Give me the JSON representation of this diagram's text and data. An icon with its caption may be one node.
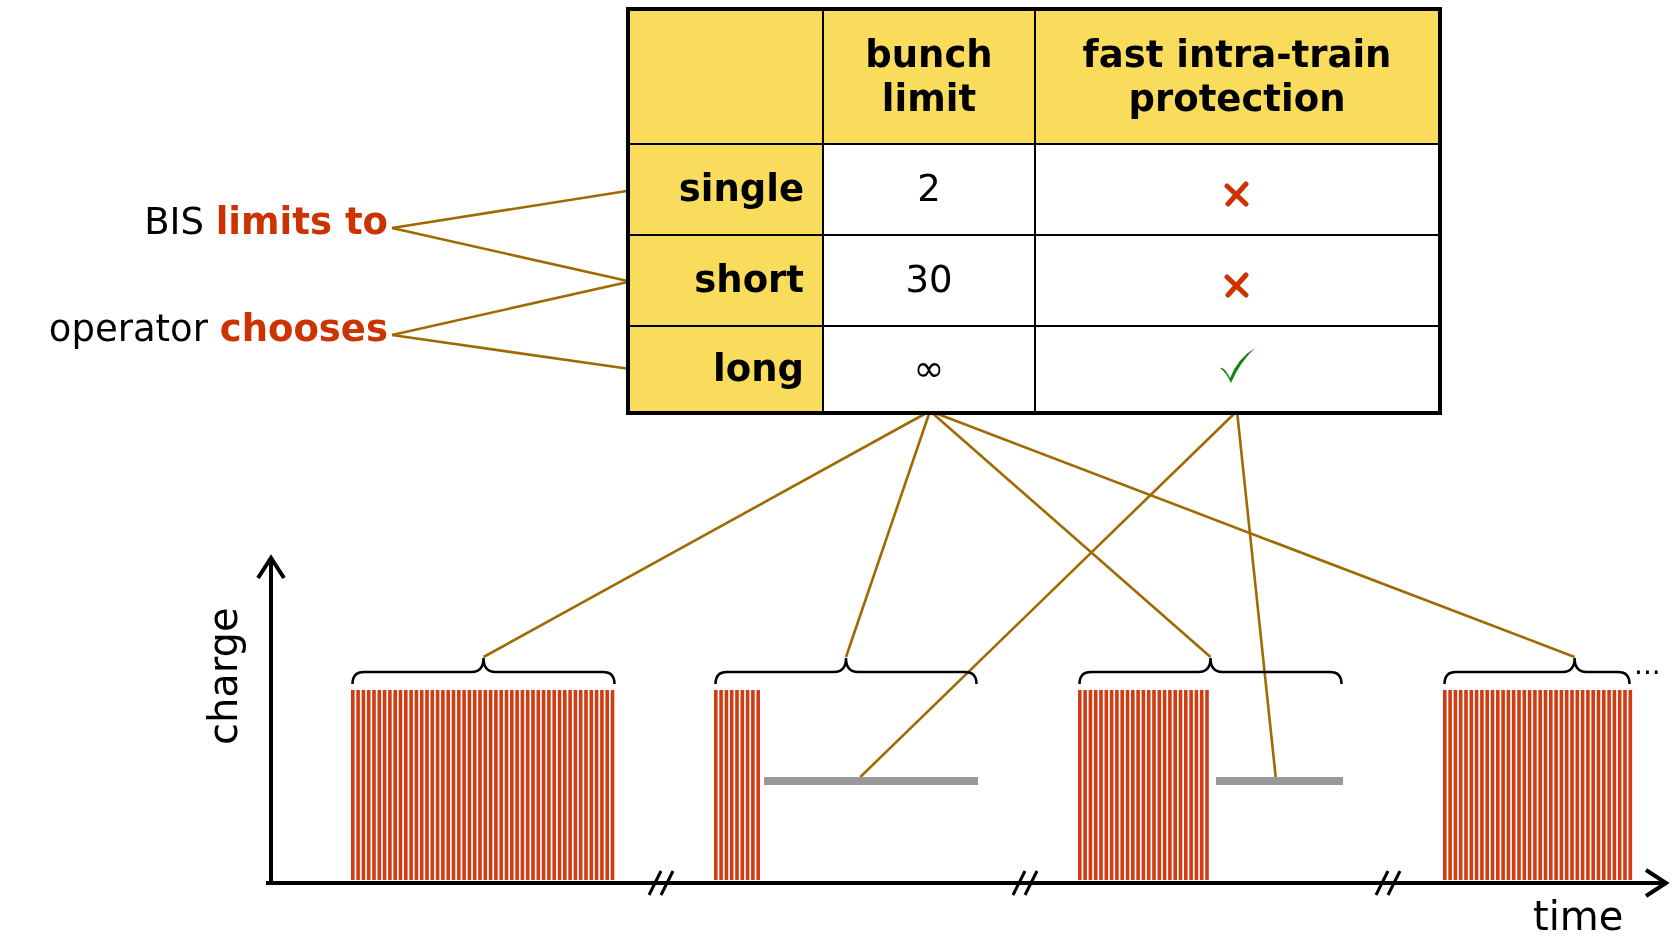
{
  "diagram": {
    "nodes": [
      {
        "text": [
          "BIS **limits to**"
        ]
      },
      {
        "text": [
          "operator **chooses**"
        ]
      },
      {
        "text": [],
        "shape": "box"
      },
      {
        "text": [],
        "shape": "box",
        "in": 2
      },
      {
        "text": [
          "bunch limit"
        ],
        "in": 2
      },
      {
        "text": [
          "fast intra-train protection"
        ],
        "in": 2
      },
      {
        "text": [
          "single"
        ],
        "in": 2
      },
      {
        "text": [
          "2"
        ],
        "in": 2
      },
      {
        "text": [],
        "shape": "box",
        "in": 2
      },
      {
        "text": [
          "short"
        ],
        "in": 2
      },
      {
        "text": [
          "30"
        ],
        "in": 2
      },
      {
        "text": [],
        "shape": "box",
        "in": 2
      },
      {
        "text": [
          "long"
        ],
        "in": 2
      },
      {
        "text": [
          "∞"
        ],
        "in": 2
      },
      {
        "text": [],
        "shape": "box",
        "in": 2
      },
      {
        "text": [],
        "shape": "bracket"
      },
      {
        "text": [],
        "shape": "bracket"
      },
      {
        "text": [],
        "shape": "bracket"
      },
      {
        "text": [],
        "shape": "bracket"
      },
      {
        "text": [],
        "shape": "bar"
      },
      {
        "text": [],
        "shape": "bar"
      }
    ],
    "edges": [
      {
        "from": 0,
        "to": 6,
        "arrow": "none"
      },
      {
        "from": 0,
        "to": 9,
        "arrow": "none"
      },
      {
        "from": 1,
        "to": 9,
        "arrow": "none"
      },
      {
        "from": 1,
        "to": 12,
        "arrow": "none"
      },
      {
        "from": 13,
        "to": 15,
        "arrow": "none"
      },
      {
        "from": 13,
        "to": 16,
        "arrow": "none"
      },
      {
        "from": 13,
        "to": 17,
        "arrow": "none"
      },
      {
        "from": 13,
        "to": 18,
        "arrow": "none"
      },
      {
        "from": 14,
        "to": 19,
        "arrow": "none"
      },
      {
        "from": 14,
        "to": 20,
        "arrow": "none"
      }
    ],
    "labels": [
      "charge",
      "...",
      "time"
    ]
  }
}
